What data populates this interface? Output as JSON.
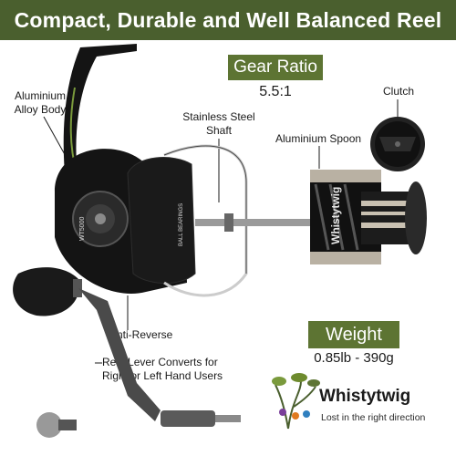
{
  "banner": {
    "title": "Compact, Durable and Well Balanced Reel"
  },
  "gear_ratio": {
    "label": "Gear Ratio",
    "value": "5.5:1"
  },
  "weight": {
    "label": "Weight",
    "value": "0.85lb - 390g"
  },
  "callouts": {
    "body": "Aluminium Alloy Body",
    "shaft": "Stainless Steel Shaft",
    "spoon": "Aluminium Spoon",
    "clutch": "Clutch",
    "anti_reverse": "Anti-Reverse",
    "lever": "Reel Lever Converts for Right or Left Hand Users"
  },
  "reel_markings": {
    "model": "WT5000",
    "bearings": "BALL BEARINGS",
    "spool_brand": "Whistytwig"
  },
  "brand": {
    "name": "Whistytwig",
    "tagline": "Lost in the right direction"
  },
  "colors": {
    "banner": "#4a5f2e",
    "spec_box": "#5d7433",
    "reel_body": "#151515",
    "accent_green": "#7a9a3c"
  }
}
